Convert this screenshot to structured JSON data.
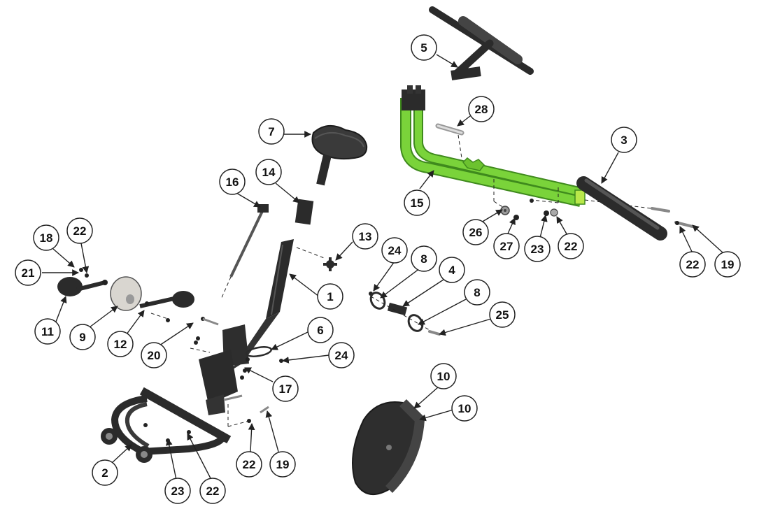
{
  "diagram": {
    "type": "exploded-parts-view",
    "colors": {
      "frame_green": "#7ad33a",
      "frame_green_dark": "#3f8a1d",
      "part_dark": "#2b2b2b",
      "part_mid": "#4a4a4a",
      "wheel_light": "#d9d6d0",
      "callout_stroke": "#222222"
    },
    "callouts": [
      {
        "id": "c5",
        "label": "5"
      },
      {
        "id": "c28",
        "label": "28"
      },
      {
        "id": "c7",
        "label": "7"
      },
      {
        "id": "c3",
        "label": "3"
      },
      {
        "id": "c16",
        "label": "16"
      },
      {
        "id": "c14",
        "label": "14"
      },
      {
        "id": "c15",
        "label": "15"
      },
      {
        "id": "c18",
        "label": "18"
      },
      {
        "id": "c22a",
        "label": "22"
      },
      {
        "id": "c13",
        "label": "13"
      },
      {
        "id": "c26",
        "label": "26"
      },
      {
        "id": "c27",
        "label": "27"
      },
      {
        "id": "c23a",
        "label": "23"
      },
      {
        "id": "c22b",
        "label": "22"
      },
      {
        "id": "c21",
        "label": "21"
      },
      {
        "id": "c24a",
        "label": "24"
      },
      {
        "id": "c8a",
        "label": "8"
      },
      {
        "id": "c4",
        "label": "4"
      },
      {
        "id": "c22c",
        "label": "22"
      },
      {
        "id": "c19a",
        "label": "19"
      },
      {
        "id": "c1",
        "label": "1"
      },
      {
        "id": "c8b",
        "label": "8"
      },
      {
        "id": "c11",
        "label": "11"
      },
      {
        "id": "c9",
        "label": "9"
      },
      {
        "id": "c12",
        "label": "12"
      },
      {
        "id": "c25",
        "label": "25"
      },
      {
        "id": "c6",
        "label": "6"
      },
      {
        "id": "c20",
        "label": "20"
      },
      {
        "id": "c24b",
        "label": "24"
      },
      {
        "id": "c17",
        "label": "17"
      },
      {
        "id": "c10a",
        "label": "10"
      },
      {
        "id": "c10b",
        "label": "10"
      },
      {
        "id": "c22d",
        "label": "22"
      },
      {
        "id": "c19b",
        "label": "19"
      },
      {
        "id": "c2",
        "label": "2"
      },
      {
        "id": "c23b",
        "label": "23"
      },
      {
        "id": "c22e",
        "label": "22"
      }
    ]
  }
}
